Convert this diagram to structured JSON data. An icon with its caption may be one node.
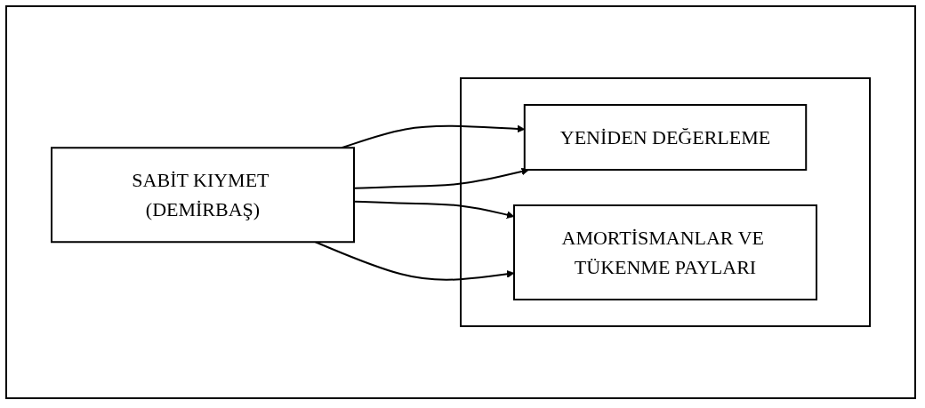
{
  "diagram": {
    "nodes": [
      {
        "text": [
          "SABİT KIYMET (DEMİRBAŞ)"
        ]
      },
      {
        "text": [],
        "shape": "box"
      },
      {
        "text": [
          "YENİDEN DEĞERLEME"
        ],
        "in": 1
      },
      {
        "text": [
          "AMORTİSMANLAR VE TÜKENME PAYLARI"
        ],
        "in": 1
      }
    ],
    "edges": [
      {
        "from": 0,
        "to": 2,
        "arrow": "to"
      },
      {
        "from": 0,
        "to": 2,
        "arrow": "to"
      },
      {
        "from": 0,
        "to": 3,
        "arrow": "to"
      },
      {
        "from": 0,
        "to": 3,
        "arrow": "to"
      }
    ]
  }
}
